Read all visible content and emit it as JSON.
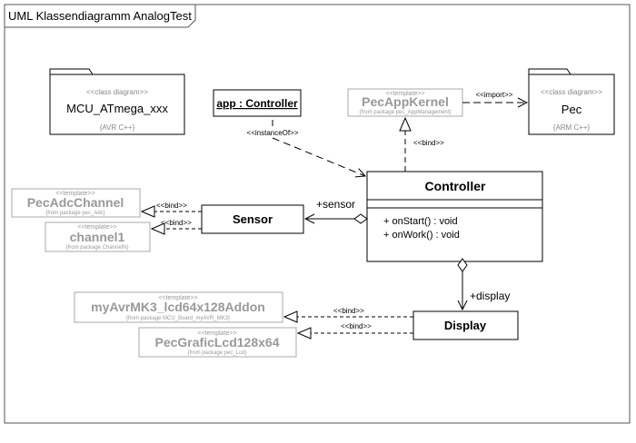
{
  "frame": {
    "title": "UML Klassendiagramm AnalogTest"
  },
  "packages": {
    "mcu": {
      "stereotype": "<<class diagram>>",
      "name": "MCU_ATmega_xxx",
      "note": "{AVR C++}"
    },
    "pec": {
      "stereotype": "<<class diagram>>",
      "name": "Pec",
      "note": "{ARM C++}"
    }
  },
  "instance": {
    "label": "app : Controller"
  },
  "templates": {
    "kernel": {
      "stereotype": "<<template>>",
      "name": "PecAppKernel",
      "from": "{from package pec_AppManagement}"
    },
    "adc": {
      "stereotype": "<<template>>",
      "name": "PecAdcChannel",
      "from": "{from package pec_Adc}"
    },
    "channel": {
      "stereotype": "<<template>>",
      "name": "channel1",
      "from": "{from package ChannelN}"
    },
    "addon": {
      "stereotype": "<<template>>",
      "name": "myAvrMK3_lcd64x128Addon",
      "from": "{from package MCU_Board_myAVR_MK3}"
    },
    "lcd": {
      "stereotype": "<<template>>",
      "name": "PecGraficLcd128x64",
      "from": "{from package pec_Lcd}"
    }
  },
  "classes": {
    "controller": {
      "name": "Controller",
      "operations": [
        "+ onStart() : void",
        "+ onWork() : void"
      ]
    },
    "sensor": {
      "name": "Sensor"
    },
    "display": {
      "name": "Display"
    }
  },
  "relations": {
    "instance_of": "<<instanceOf>>",
    "import": "<<import>>",
    "bind": "<<bind>>",
    "sensor_role": "+sensor",
    "display_role": "+display"
  }
}
